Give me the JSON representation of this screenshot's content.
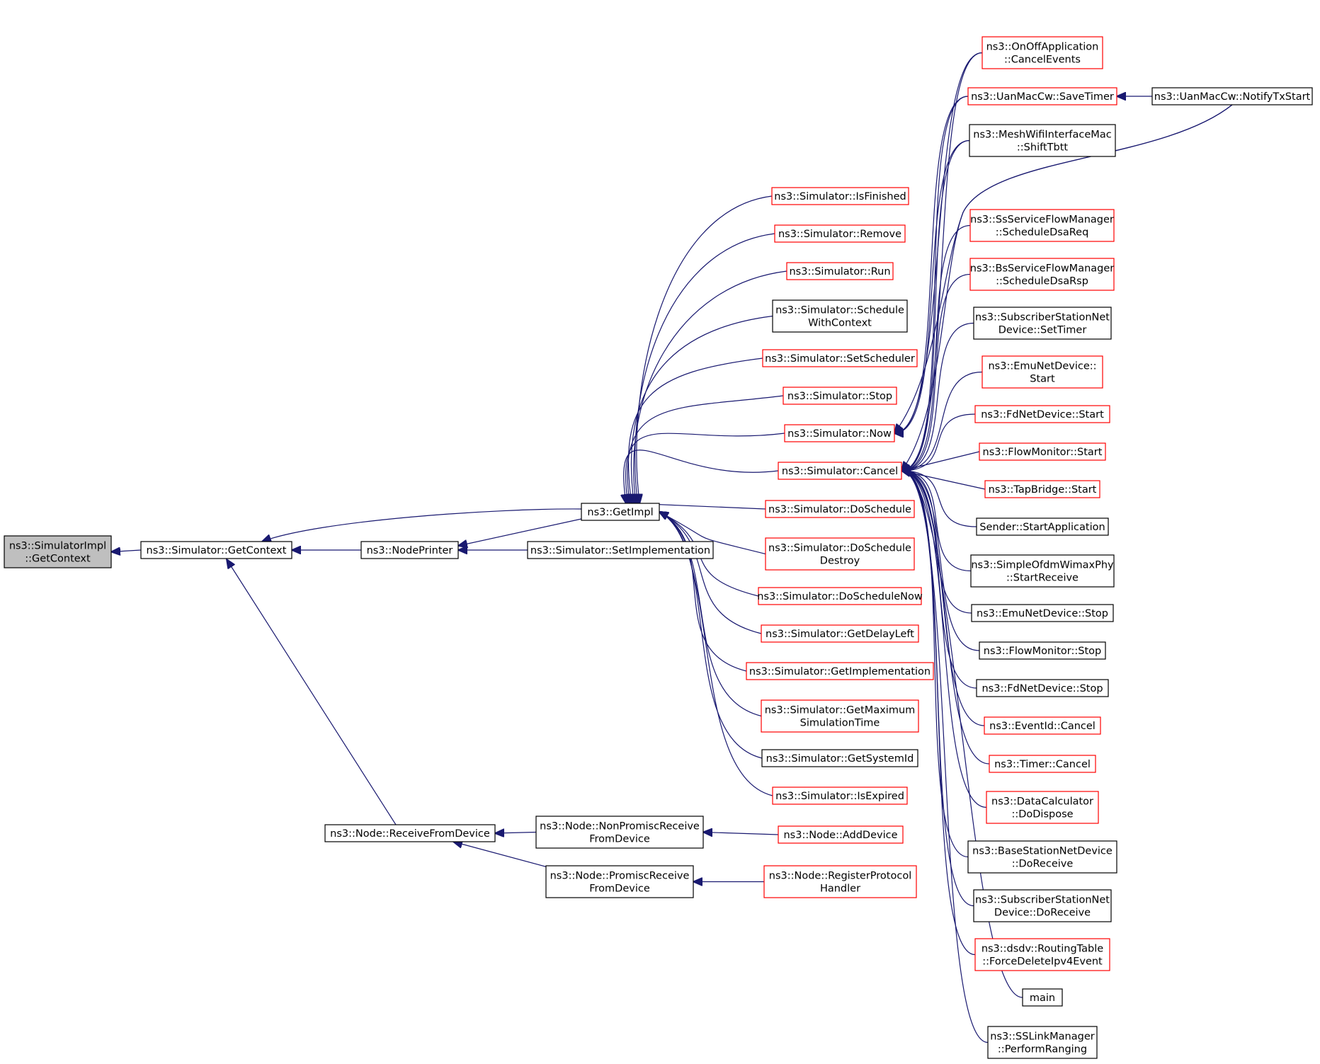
{
  "title": "",
  "colors": {
    "edge": "#191970",
    "truncated_border": "#ff0000",
    "normal_border": "#000000",
    "root_fill": "#bfbfbf"
  },
  "nodes": [
    {
      "id": "root",
      "lines": [
        "ns3::SimulatorImpl",
        "::GetContext"
      ],
      "style": "root"
    },
    {
      "id": "sim_getcontext",
      "lines": [
        "ns3::Simulator::GetContext"
      ],
      "style": "normal"
    },
    {
      "id": "nodeprinter",
      "lines": [
        "ns3::NodePrinter"
      ],
      "style": "normal"
    },
    {
      "id": "setimpl",
      "lines": [
        "ns3::Simulator::SetImplementation"
      ],
      "style": "normal"
    },
    {
      "id": "getimpl",
      "lines": [
        "ns3::GetImpl"
      ],
      "style": "normal"
    },
    {
      "id": "node_recv",
      "lines": [
        "ns3::Node::ReceiveFromDevice"
      ],
      "style": "normal"
    },
    {
      "id": "node_nonprom",
      "lines": [
        "ns3::Node::NonPromiscReceive",
        "FromDevice"
      ],
      "style": "normal"
    },
    {
      "id": "node_prom",
      "lines": [
        "ns3::Node::PromiscReceive",
        "FromDevice"
      ],
      "style": "normal"
    },
    {
      "id": "node_adddev",
      "lines": [
        "ns3::Node::AddDevice"
      ],
      "style": "red"
    },
    {
      "id": "node_regproto",
      "lines": [
        "ns3::Node::RegisterProtocol",
        "Handler"
      ],
      "style": "red"
    },
    {
      "id": "isfinished",
      "lines": [
        "ns3::Simulator::IsFinished"
      ],
      "style": "red"
    },
    {
      "id": "remove",
      "lines": [
        "ns3::Simulator::Remove"
      ],
      "style": "red"
    },
    {
      "id": "run",
      "lines": [
        "ns3::Simulator::Run"
      ],
      "style": "red"
    },
    {
      "id": "schedwctx",
      "lines": [
        "ns3::Simulator::Schedule",
        "WithContext"
      ],
      "style": "normal"
    },
    {
      "id": "setsched",
      "lines": [
        "ns3::Simulator::SetScheduler"
      ],
      "style": "red"
    },
    {
      "id": "stop",
      "lines": [
        "ns3::Simulator::Stop"
      ],
      "style": "red"
    },
    {
      "id": "now",
      "lines": [
        "ns3::Simulator::Now"
      ],
      "style": "red"
    },
    {
      "id": "cancel",
      "lines": [
        "ns3::Simulator::Cancel"
      ],
      "style": "red"
    },
    {
      "id": "dosched",
      "lines": [
        "ns3::Simulator::DoSchedule"
      ],
      "style": "red"
    },
    {
      "id": "doscheddestroy",
      "lines": [
        "ns3::Simulator::DoSchedule",
        "Destroy"
      ],
      "style": "red"
    },
    {
      "id": "doschednow",
      "lines": [
        "ns3::Simulator::DoScheduleNow"
      ],
      "style": "red"
    },
    {
      "id": "getdelayleft",
      "lines": [
        "ns3::Simulator::GetDelayLeft"
      ],
      "style": "red"
    },
    {
      "id": "getimplementation",
      "lines": [
        "ns3::Simulator::GetImplementation"
      ],
      "style": "red"
    },
    {
      "id": "getmaxsim",
      "lines": [
        "ns3::Simulator::GetMaximum",
        "SimulationTime"
      ],
      "style": "red"
    },
    {
      "id": "getsysid",
      "lines": [
        "ns3::Simulator::GetSystemId"
      ],
      "style": "normal"
    },
    {
      "id": "isexpired",
      "lines": [
        "ns3::Simulator::IsExpired"
      ],
      "style": "red"
    },
    {
      "id": "onoff_cancel",
      "lines": [
        "ns3::OnOffApplication",
        "::CancelEvents"
      ],
      "style": "red"
    },
    {
      "id": "uan_savetimer",
      "lines": [
        "ns3::UanMacCw::SaveTimer"
      ],
      "style": "red"
    },
    {
      "id": "uan_notify",
      "lines": [
        "ns3::UanMacCw::NotifyTxStart"
      ],
      "style": "normal"
    },
    {
      "id": "mesh_shift",
      "lines": [
        "ns3::MeshWifiInterfaceMac",
        "::ShiftTbtt"
      ],
      "style": "normal"
    },
    {
      "id": "ss_dsareq",
      "lines": [
        "ns3::SsServiceFlowManager",
        "::ScheduleDsaReq"
      ],
      "style": "red"
    },
    {
      "id": "bs_dsarsp",
      "lines": [
        "ns3::BsServiceFlowManager",
        "::ScheduleDsaRsp"
      ],
      "style": "red"
    },
    {
      "id": "ssnd_settimer",
      "lines": [
        "ns3::SubscriberStationNet",
        "Device::SetTimer"
      ],
      "style": "normal"
    },
    {
      "id": "emu_start",
      "lines": [
        "ns3::EmuNetDevice::",
        "Start"
      ],
      "style": "red"
    },
    {
      "id": "fd_start",
      "lines": [
        "ns3::FdNetDevice::Start"
      ],
      "style": "red"
    },
    {
      "id": "flow_start",
      "lines": [
        "ns3::FlowMonitor::Start"
      ],
      "style": "red"
    },
    {
      "id": "tap_start",
      "lines": [
        "ns3::TapBridge::Start"
      ],
      "style": "red"
    },
    {
      "id": "sender_start",
      "lines": [
        "Sender::StartApplication"
      ],
      "style": "normal"
    },
    {
      "id": "ofdm_recv",
      "lines": [
        "ns3::SimpleOfdmWimaxPhy",
        "::StartReceive"
      ],
      "style": "normal"
    },
    {
      "id": "emu_stop",
      "lines": [
        "ns3::EmuNetDevice::Stop"
      ],
      "style": "normal"
    },
    {
      "id": "flow_stop",
      "lines": [
        "ns3::FlowMonitor::Stop"
      ],
      "style": "normal"
    },
    {
      "id": "fd_stop",
      "lines": [
        "ns3::FdNetDevice::Stop"
      ],
      "style": "normal"
    },
    {
      "id": "eventid_cancel",
      "lines": [
        "ns3::EventId::Cancel"
      ],
      "style": "red"
    },
    {
      "id": "timer_cancel",
      "lines": [
        "ns3::Timer::Cancel"
      ],
      "style": "red"
    },
    {
      "id": "datacalc",
      "lines": [
        "ns3::DataCalculator",
        "::DoDispose"
      ],
      "style": "red"
    },
    {
      "id": "bsnd_recv",
      "lines": [
        "ns3::BaseStationNetDevice",
        "::DoReceive"
      ],
      "style": "normal"
    },
    {
      "id": "ssnd_recv",
      "lines": [
        "ns3::SubscriberStationNet",
        "Device::DoReceive"
      ],
      "style": "normal"
    },
    {
      "id": "dsdv",
      "lines": [
        "ns3::dsdv::RoutingTable",
        "::ForceDeleteIpv4Event"
      ],
      "style": "red"
    },
    {
      "id": "main",
      "lines": [
        "main"
      ],
      "style": "normal"
    },
    {
      "id": "sslink",
      "lines": [
        "ns3::SSLinkManager",
        "::PerformRanging"
      ],
      "style": "normal"
    }
  ],
  "edges": [
    [
      "sim_getcontext",
      "root"
    ],
    [
      "nodeprinter",
      "sim_getcontext"
    ],
    [
      "node_recv",
      "sim_getcontext"
    ],
    [
      "getimpl",
      "sim_getcontext"
    ],
    [
      "setimpl",
      "nodeprinter"
    ],
    [
      "getimpl",
      "nodeprinter"
    ],
    [
      "node_nonprom",
      "node_recv"
    ],
    [
      "node_prom",
      "node_recv"
    ],
    [
      "node_adddev",
      "node_nonprom"
    ],
    [
      "node_regproto",
      "node_prom"
    ],
    [
      "isfinished",
      "getimpl"
    ],
    [
      "remove",
      "getimpl"
    ],
    [
      "run",
      "getimpl"
    ],
    [
      "schedwctx",
      "getimpl"
    ],
    [
      "setsched",
      "getimpl"
    ],
    [
      "stop",
      "getimpl"
    ],
    [
      "now",
      "getimpl"
    ],
    [
      "cancel",
      "getimpl"
    ],
    [
      "dosched",
      "getimpl"
    ],
    [
      "doscheddestroy",
      "getimpl"
    ],
    [
      "doschednow",
      "getimpl"
    ],
    [
      "getdelayleft",
      "getimpl"
    ],
    [
      "getimplementation",
      "getimpl"
    ],
    [
      "getmaxsim",
      "getimpl"
    ],
    [
      "getsysid",
      "getimpl"
    ],
    [
      "isexpired",
      "getimpl"
    ],
    [
      "uan_notify",
      "uan_savetimer"
    ],
    [
      "uan_notify",
      "now"
    ],
    [
      "uan_notify",
      "cancel"
    ],
    [
      "onoff_cancel",
      "now"
    ],
    [
      "uan_savetimer",
      "now"
    ],
    [
      "mesh_shift",
      "now"
    ],
    [
      "onoff_cancel",
      "cancel"
    ],
    [
      "uan_savetimer",
      "cancel"
    ],
    [
      "mesh_shift",
      "cancel"
    ],
    [
      "ss_dsareq",
      "cancel"
    ],
    [
      "bs_dsarsp",
      "cancel"
    ],
    [
      "ssnd_settimer",
      "cancel"
    ],
    [
      "emu_start",
      "cancel"
    ],
    [
      "fd_start",
      "cancel"
    ],
    [
      "flow_start",
      "cancel"
    ],
    [
      "tap_start",
      "cancel"
    ],
    [
      "sender_start",
      "cancel"
    ],
    [
      "ofdm_recv",
      "cancel"
    ],
    [
      "emu_stop",
      "cancel"
    ],
    [
      "flow_stop",
      "cancel"
    ],
    [
      "fd_stop",
      "cancel"
    ],
    [
      "eventid_cancel",
      "cancel"
    ],
    [
      "timer_cancel",
      "cancel"
    ],
    [
      "datacalc",
      "cancel"
    ],
    [
      "bsnd_recv",
      "cancel"
    ],
    [
      "ssnd_recv",
      "cancel"
    ],
    [
      "dsdv",
      "cancel"
    ],
    [
      "main",
      "cancel"
    ],
    [
      "sslink",
      "cancel"
    ]
  ]
}
